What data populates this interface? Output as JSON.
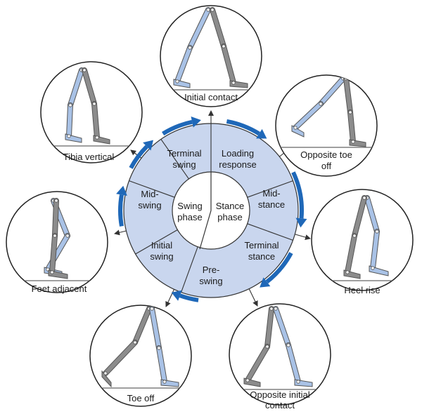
{
  "colors": {
    "leg_grey": "#8c8c8c",
    "leg_blue": "#a9c2e6",
    "ring_fill": "#c9d6ee",
    "arrow_blue": "#1f68b8",
    "line": "#333333",
    "ground": "#c0c0c0",
    "bg": "#ffffff"
  },
  "center": {
    "swing_line1": "Swing",
    "swing_line2": "phase",
    "stance_line1": "Stance",
    "stance_line2": "phase"
  },
  "phases": {
    "loading_1": "Loading",
    "loading_2": "response",
    "midstance_1": "Mid-",
    "midstance_2": "stance",
    "terminal_stance_1": "Terminal",
    "terminal_stance_2": "stance",
    "preswing_1": "Pre-",
    "preswing_2": "swing",
    "initial_swing_1": "Initial",
    "initial_swing_2": "swing",
    "midswing_1": "Mid-",
    "midswing_2": "swing",
    "terminal_swing_1": "Terminal",
    "terminal_swing_2": "swing"
  },
  "events": {
    "initial_contact": "Initial contact",
    "opposite_toe_off_1": "Opposite toe",
    "opposite_toe_off_2": "off",
    "heel_rise": "Heel rise",
    "opposite_initial_contact_1": "Opposite initial",
    "opposite_initial_contact_2": "contact",
    "toe_off": "Toe off",
    "feet_adjacent": "Feet adjacent",
    "tibia_vertical": "Tibia vertical"
  }
}
